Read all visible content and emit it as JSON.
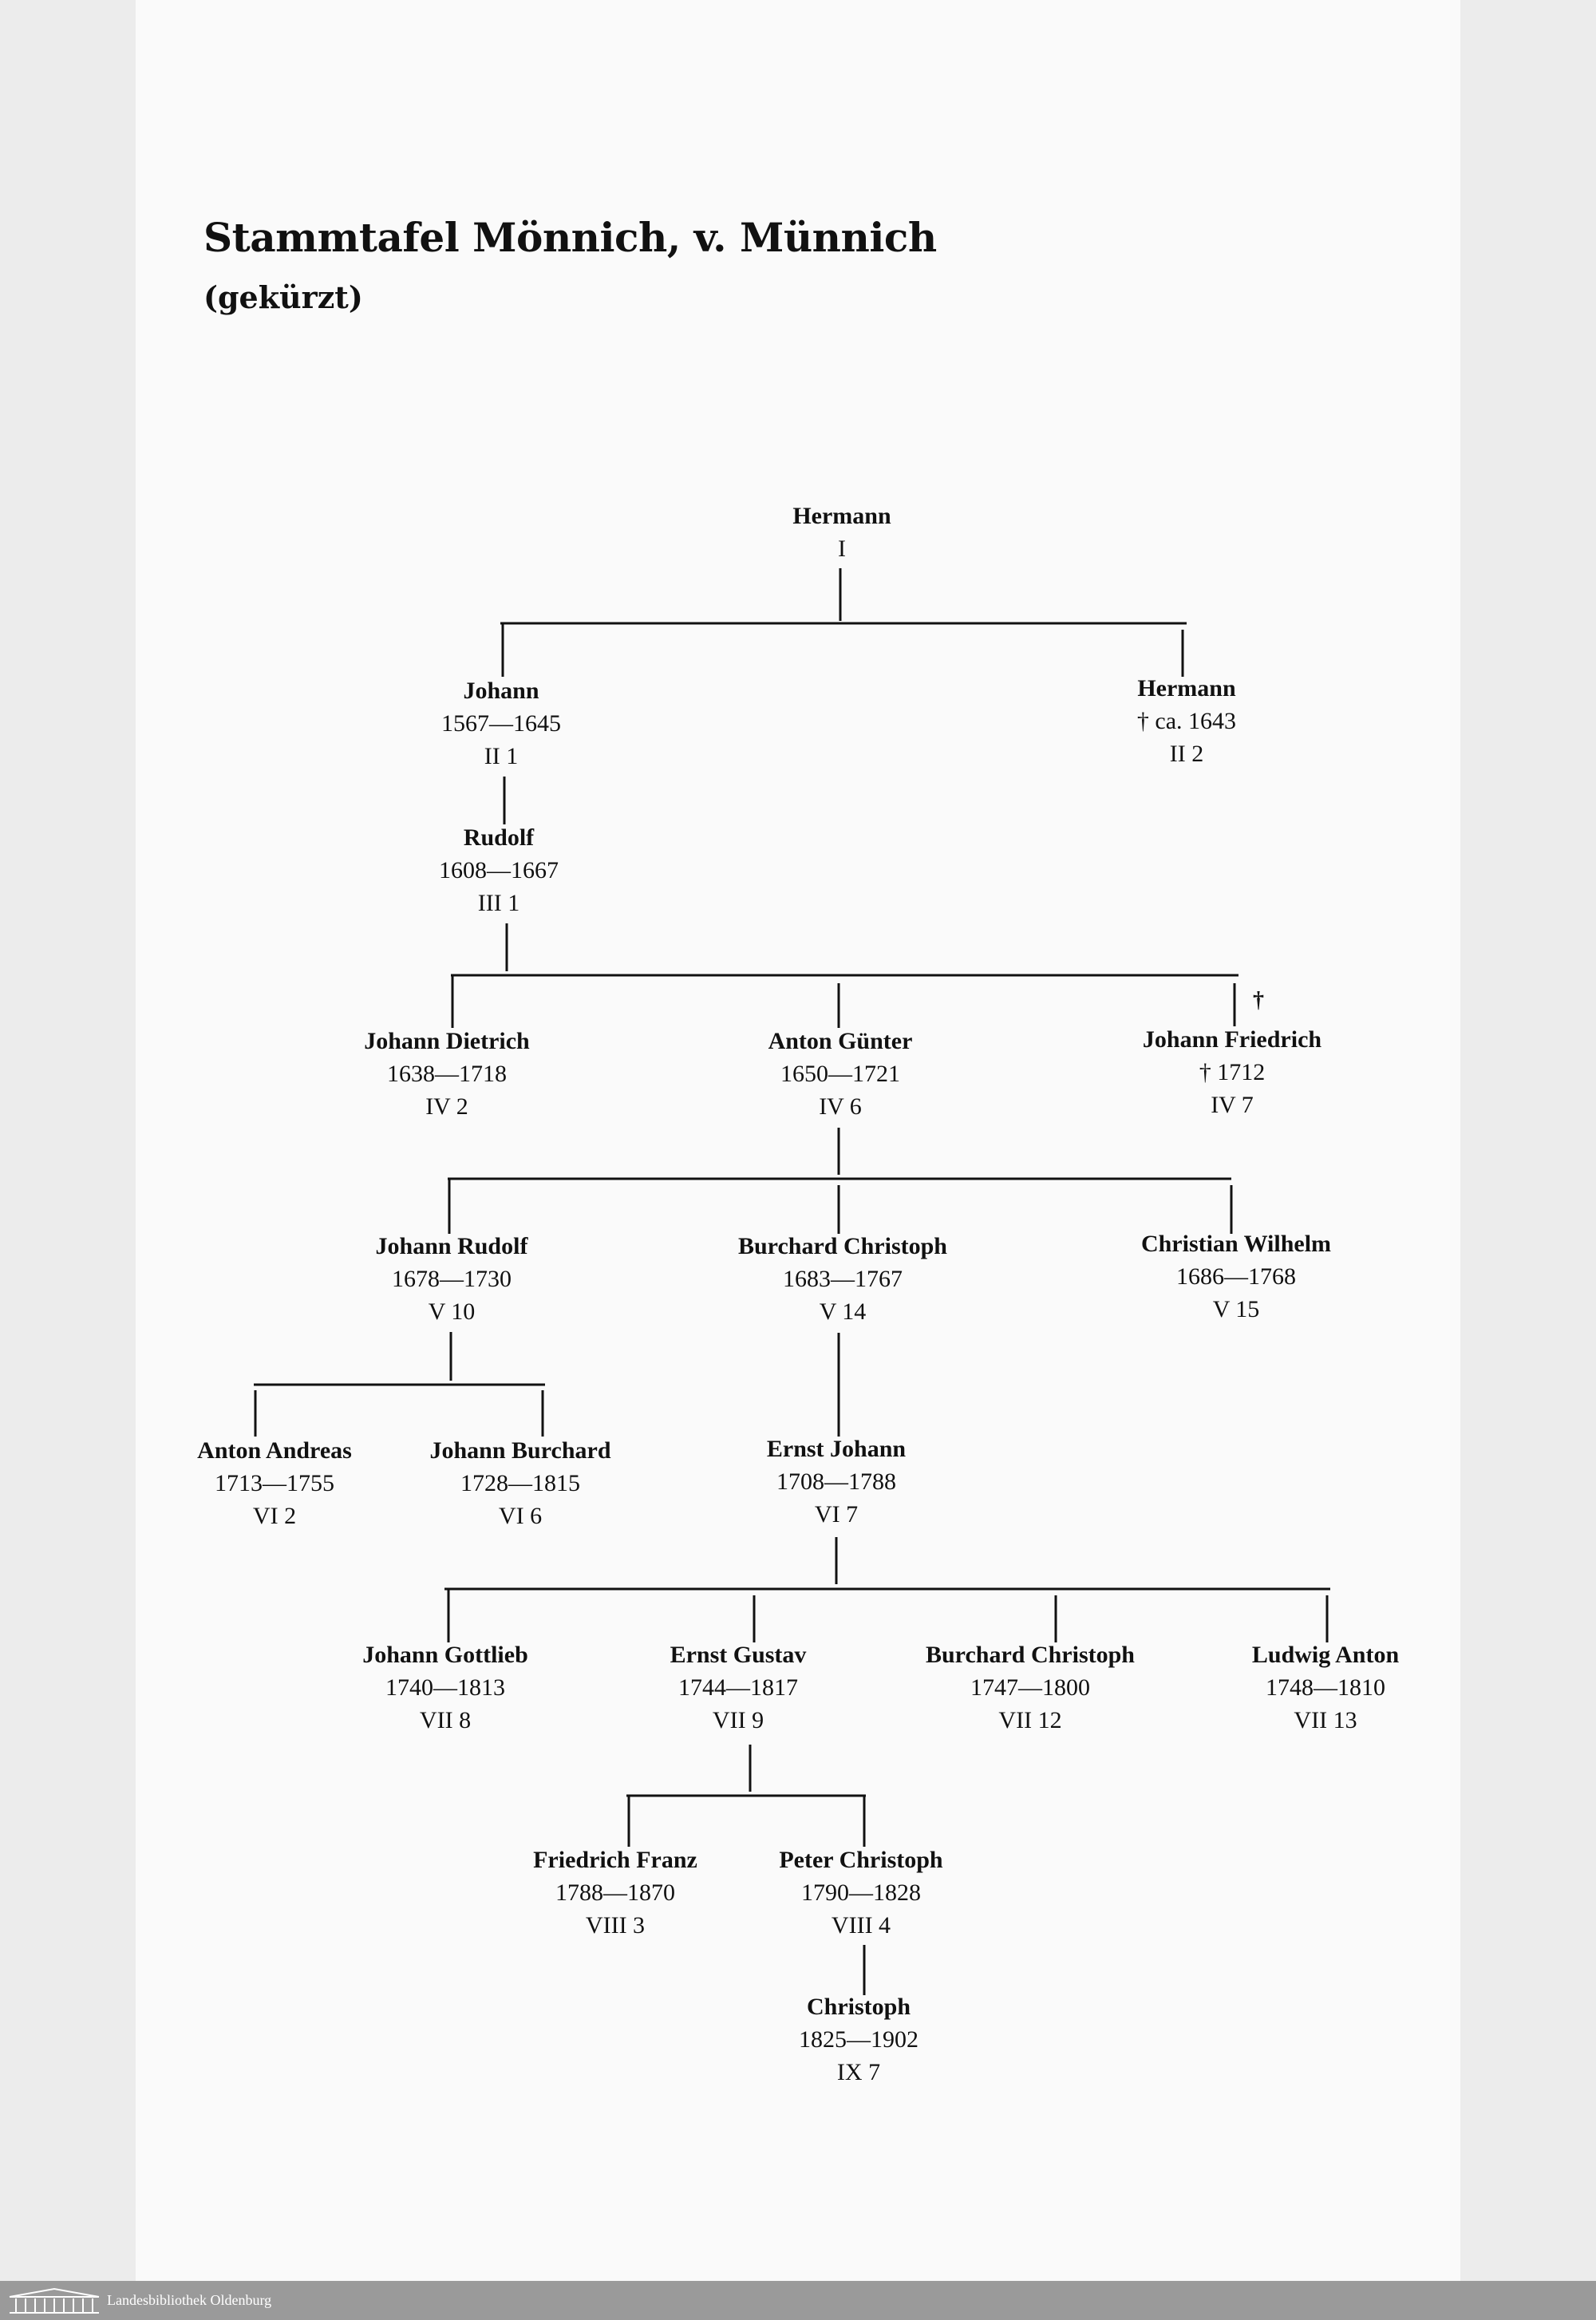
{
  "document": {
    "title": "Stammtafel Mönnich, v. Münnich",
    "subtitle": "(gekürzt)"
  },
  "people": {
    "hermann_i": {
      "name": "Hermann",
      "dates": "",
      "gen": "I"
    },
    "johann": {
      "name": "Johann",
      "dates": "1567—1645",
      "gen": "II 1"
    },
    "hermann_ii": {
      "name": "Hermann",
      "dates": "† ca. 1643",
      "gen": "II 2"
    },
    "rudolf": {
      "name": "Rudolf",
      "dates": "1608—1667",
      "gen": "III 1"
    },
    "johann_dietrich": {
      "name": "Johann Dietrich",
      "dates": "1638—1718",
      "gen": "IV 2"
    },
    "anton_guenter": {
      "name": "Anton Günter",
      "dates": "1650—1721",
      "gen": "IV 6"
    },
    "johann_friedrich": {
      "name": "Johann Friedrich",
      "dates": "† 1712",
      "gen": "IV 7"
    },
    "johann_rudolf": {
      "name": "Johann Rudolf",
      "dates": "1678—1730",
      "gen": "V 10"
    },
    "burchard_christoph_v": {
      "name": "Burchard Christoph",
      "dates": "1683—1767",
      "gen": "V 14"
    },
    "christian_wilhelm": {
      "name": "Christian Wilhelm",
      "dates": "1686—1768",
      "gen": "V 15"
    },
    "anton_andreas": {
      "name": "Anton Andreas",
      "dates": "1713—1755",
      "gen": "VI 2"
    },
    "johann_burchard": {
      "name": "Johann Burchard",
      "dates": "1728—1815",
      "gen": "VI 6"
    },
    "ernst_johann": {
      "name": "Ernst Johann",
      "dates": "1708—1788",
      "gen": "VI 7"
    },
    "johann_gottlieb": {
      "name": "Johann Gottlieb",
      "dates": "1740—1813",
      "gen": "VII 8"
    },
    "ernst_gustav": {
      "name": "Ernst Gustav",
      "dates": "1744—1817",
      "gen": "VII 9"
    },
    "burchard_christoph_vii": {
      "name": "Burchard Christoph",
      "dates": "1747—1800",
      "gen": "VII 12"
    },
    "ludwig_anton": {
      "name": "Ludwig Anton",
      "dates": "1748—1810",
      "gen": "VII 13"
    },
    "friedrich_franz": {
      "name": "Friedrich Franz",
      "dates": "1788—1870",
      "gen": "VIII 3"
    },
    "peter_christoph": {
      "name": "Peter Christoph",
      "dates": "1790—1828",
      "gen": "VIII 4"
    },
    "christoph": {
      "name": "Christoph",
      "dates": "1825—1902",
      "gen": "IX 7"
    }
  },
  "annotations": {
    "dagger_mark": "†"
  },
  "footer": {
    "library": "Landesbibliothek Oldenburg"
  }
}
